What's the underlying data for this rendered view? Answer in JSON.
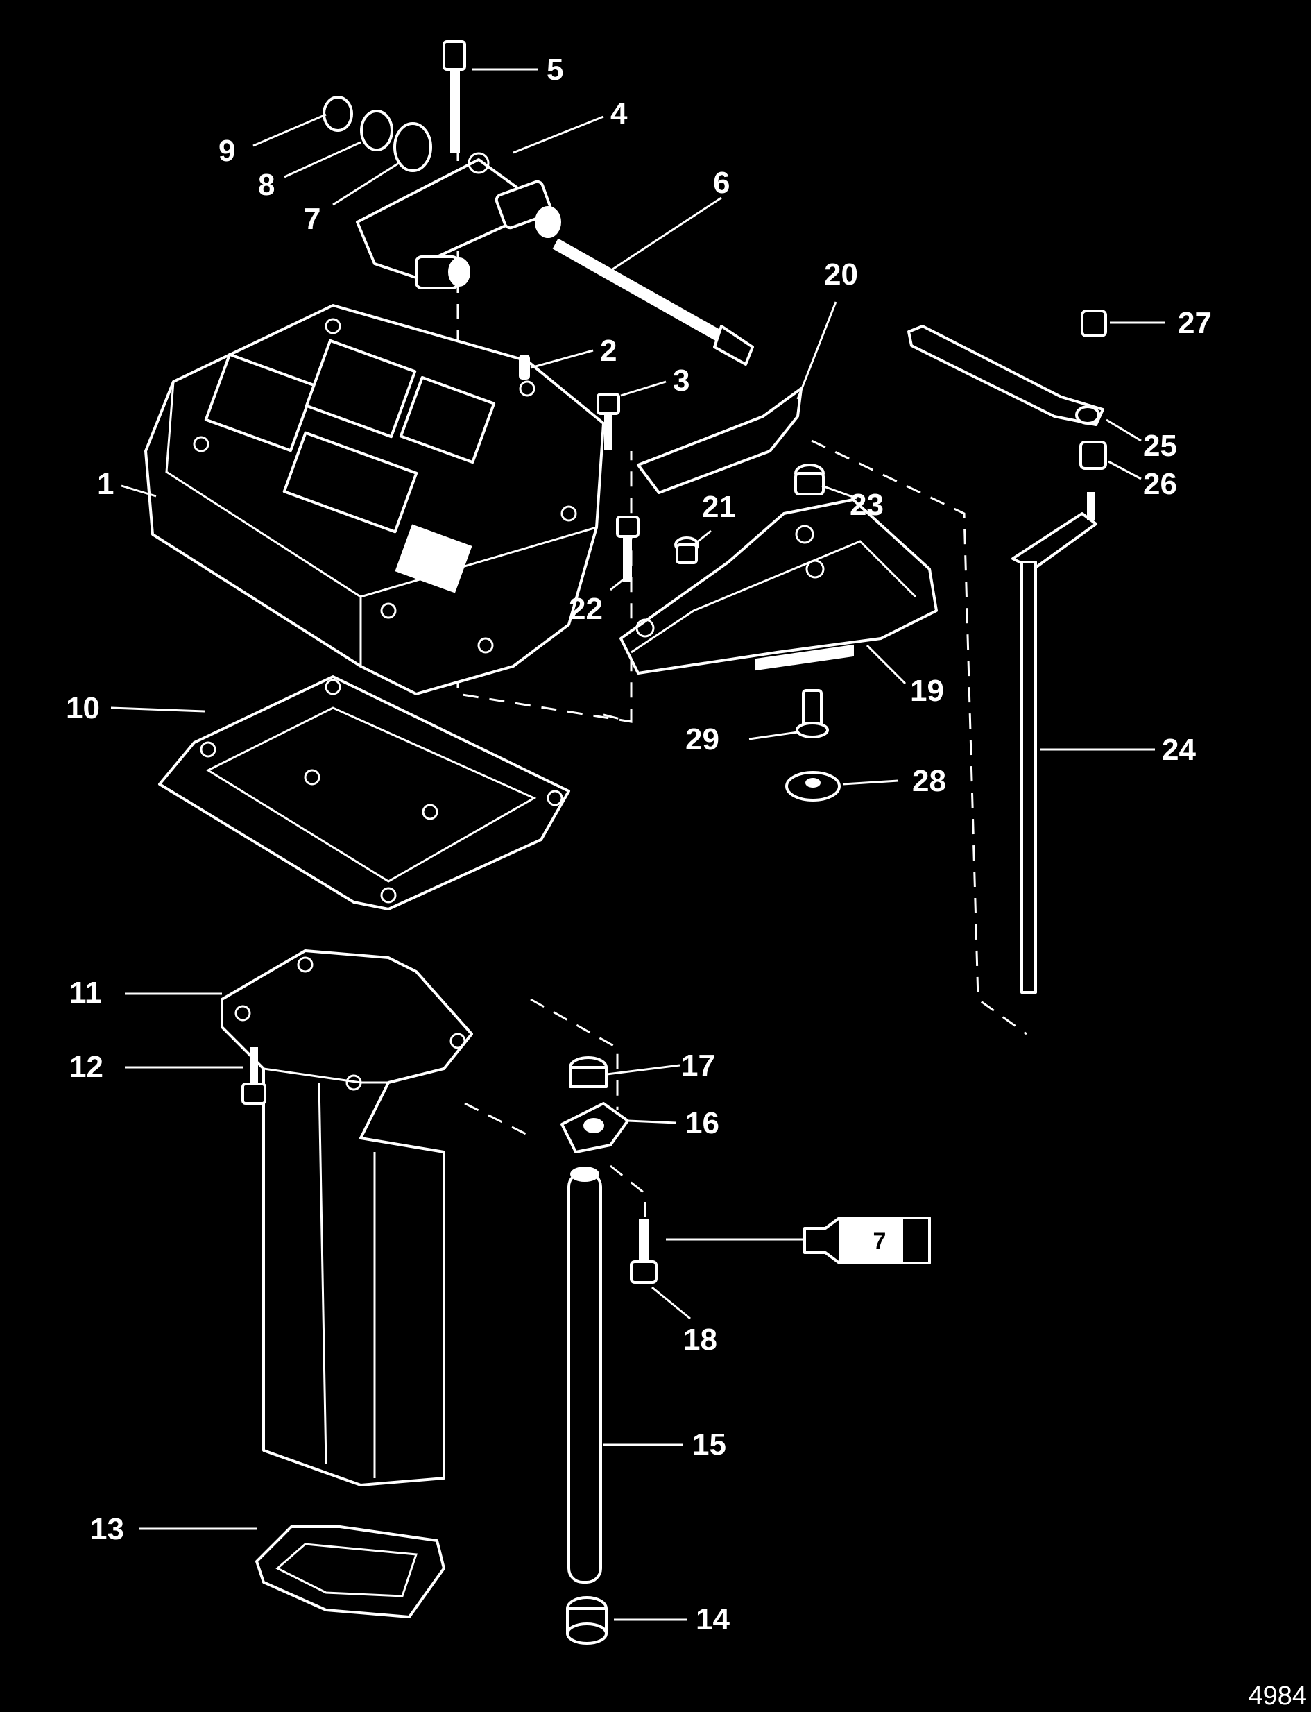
{
  "callouts": {
    "c1": "1",
    "c2": "2",
    "c3": "3",
    "c4": "4",
    "c5": "5",
    "c6": "6",
    "c7": "7",
    "c8": "8",
    "c9": "9",
    "c10": "10",
    "c11": "11",
    "c12": "12",
    "c13": "13",
    "c14": "14",
    "c15": "15",
    "c16": "16",
    "c17": "17",
    "c18": "18",
    "c19": "19",
    "c20": "20",
    "c21": "21",
    "c22": "22",
    "c23": "23",
    "c24": "24",
    "c25": "25",
    "c26": "26",
    "c27": "27",
    "c28": "28",
    "c29": "29"
  },
  "sealant_tube_label": "7",
  "figure_number": "4984"
}
